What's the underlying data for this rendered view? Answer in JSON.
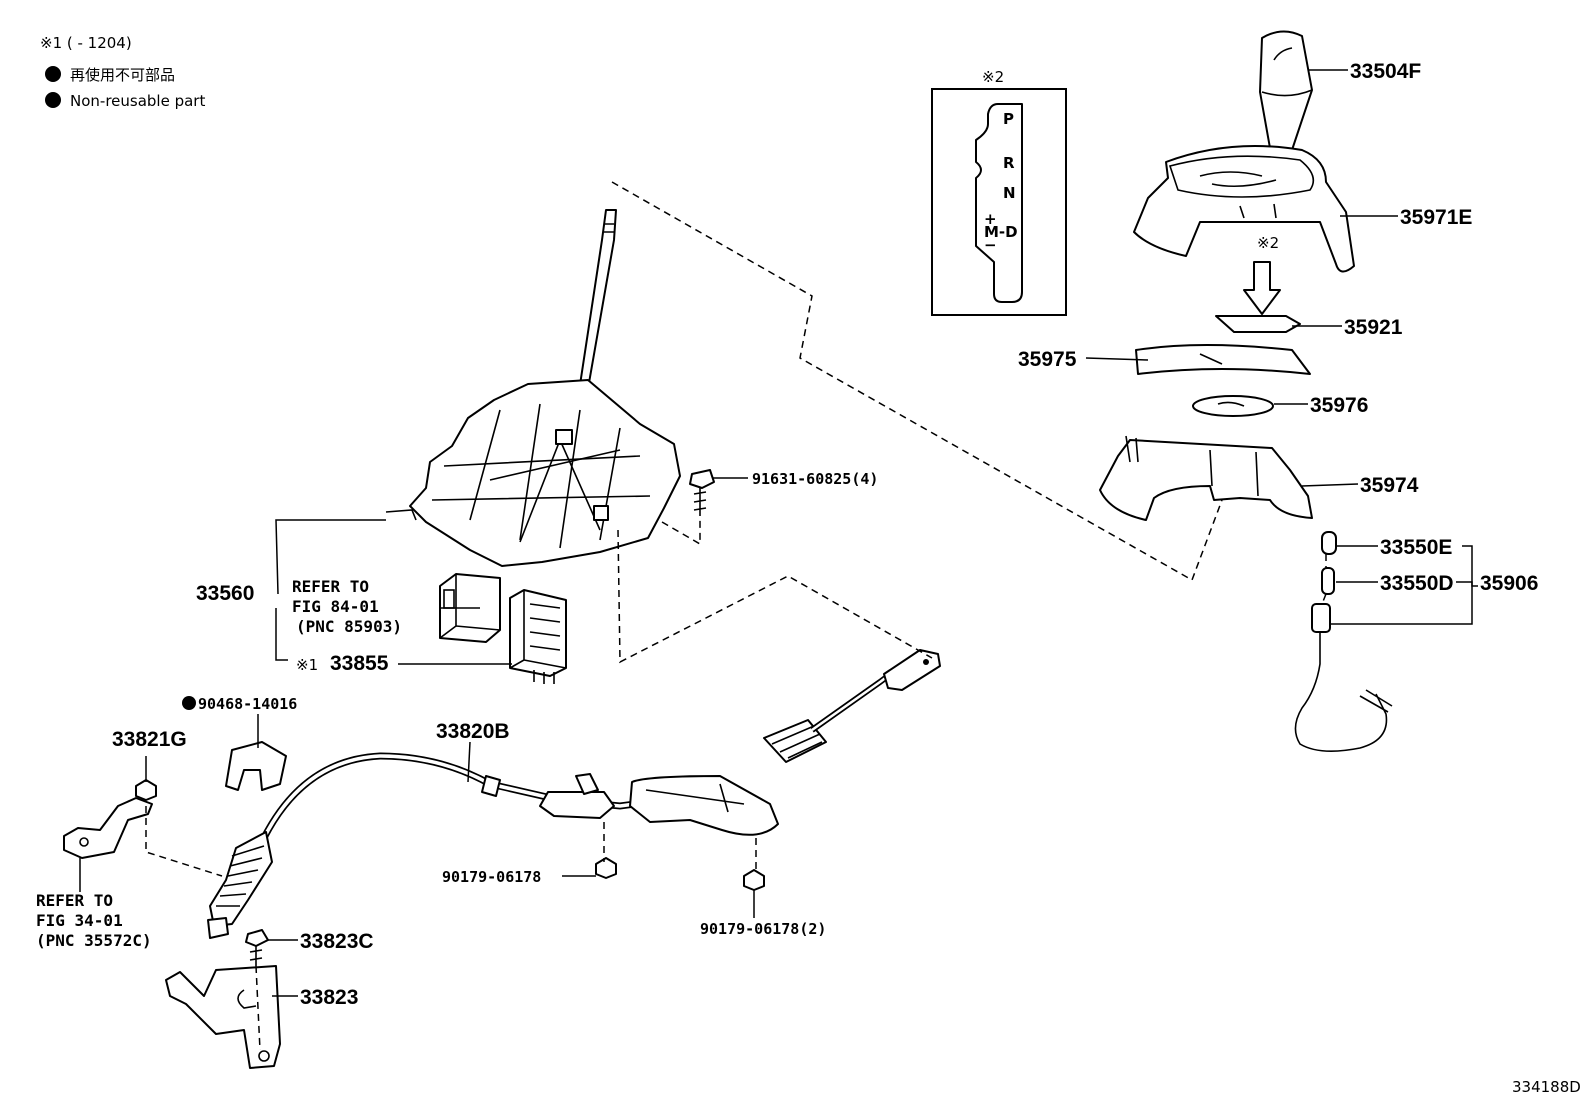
{
  "legend": {
    "note1": "※1 (     - 1204)",
    "note2_jp": "再使用不可部品",
    "note2_en": "Non-reusable part"
  },
  "inset": {
    "mark": "※2",
    "gate_labels": [
      "P",
      "R",
      "N",
      "+",
      "M-D",
      "−"
    ]
  },
  "parts": {
    "p33504F": "33504F",
    "p35971E": "35971E",
    "mark2": "※2",
    "p35921": "35921",
    "p35975": "35975",
    "p35976": "35976",
    "p35974": "35974",
    "p33550E": "33550E",
    "p33550D": "33550D",
    "p35906": "35906",
    "p91631": "91631-60825(4)",
    "p33560": "33560",
    "p33855": "33855",
    "p33855_mark": "※1",
    "p90468": "90468-14016",
    "p33821G": "33821G",
    "p33820B": "33820B",
    "p90179a": "90179-06178",
    "p90179b": "90179-06178(2)",
    "p33823C": "33823C",
    "p33823": "33823"
  },
  "refs": {
    "ref1": [
      "REFER TO",
      "FIG 84-01",
      "(PNC 85903)"
    ],
    "ref2": [
      "REFER TO",
      "FIG 34-01",
      "(PNC 35572C)"
    ]
  },
  "figure_id": "334188D"
}
